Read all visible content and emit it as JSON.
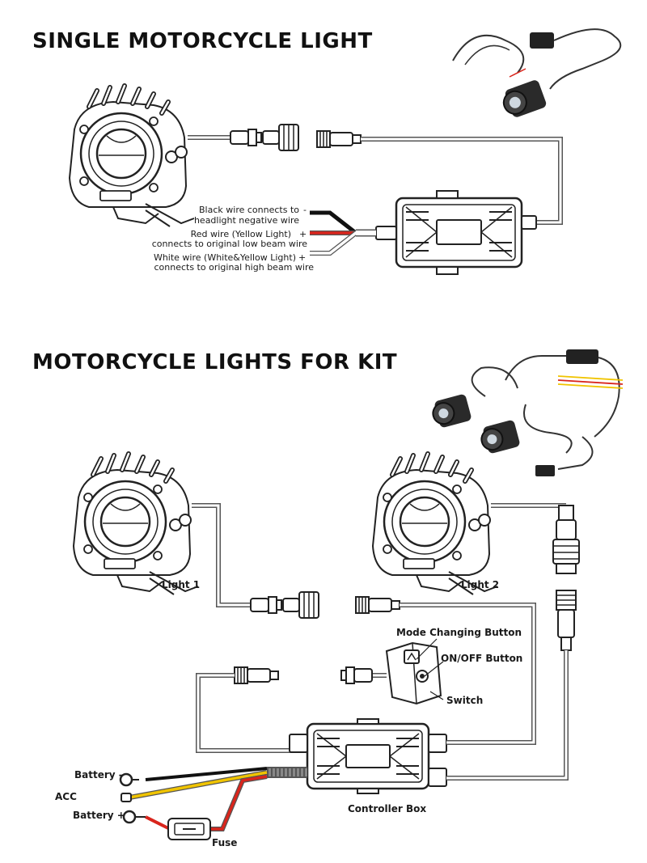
{
  "sections": {
    "single": {
      "title": "SINGLE MOTORCYCLE LIGHT",
      "annotations": [
        {
          "line1": "Black wire connects to",
          "line2": "headlight negative wire",
          "polarity": "-"
        },
        {
          "line1": "Red wire (Yellow Light)",
          "line2": "connects to original low beam wire",
          "polarity": "+"
        },
        {
          "line1": "White wire (White&Yellow Light)",
          "line2": "connects to original high beam wire",
          "polarity": "+"
        }
      ]
    },
    "kit": {
      "title": "MOTORCYCLE LIGHTS FOR KIT",
      "labels": {
        "light1": "Light 1",
        "light2": "Light 2",
        "mode_button": "Mode Changing Button",
        "onoff_button": "ON/OFF Button",
        "switch": "Switch",
        "controller": "Controller Box",
        "battery_neg": "Battery -",
        "acc": "ACC",
        "battery_pos": "Battery +",
        "fuse": "Fuse"
      }
    }
  },
  "colors": {
    "wire_outline": "#555555",
    "wire_black": "#111111",
    "wire_red": "#d9251c",
    "wire_yellow": "#f0c400",
    "wire_white": "#ffffff",
    "ink": "#222222"
  }
}
